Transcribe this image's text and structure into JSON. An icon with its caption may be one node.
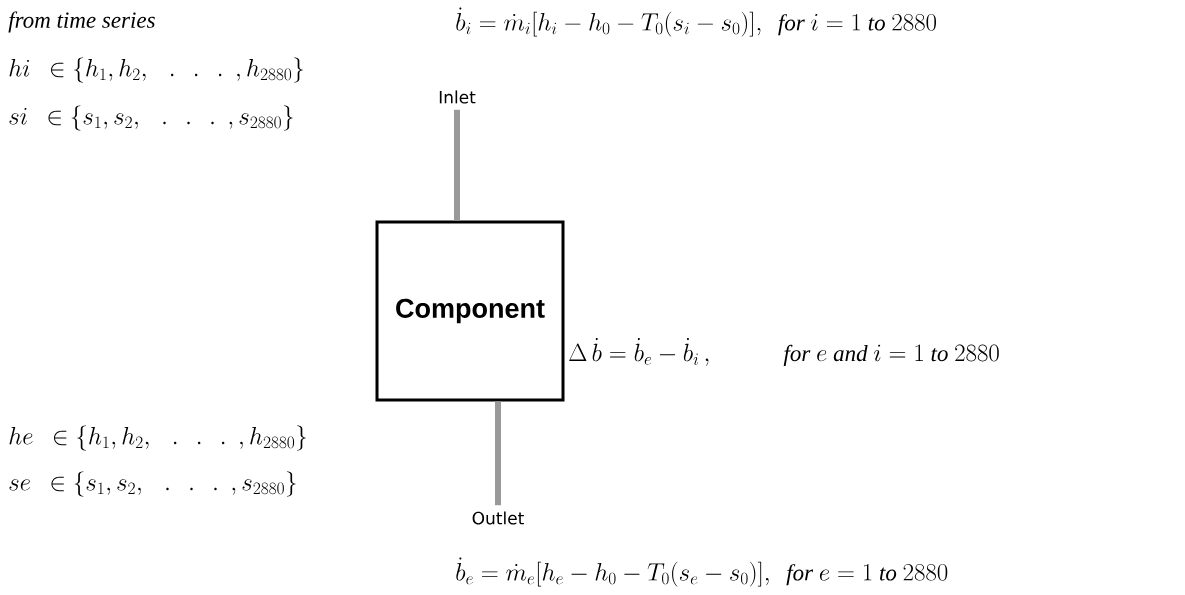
{
  "diagram": {
    "nodes": [
      {
        "text": [
          "Inlet"
        ]
      },
      {
        "text": [
          "Component"
        ]
      },
      {
        "text": [
          "Outlet"
        ]
      }
    ],
    "edges": [
      {
        "from": 0,
        "to": 1,
        "arrow": "none"
      },
      {
        "from": 1,
        "to": 2,
        "arrow": "none"
      }
    ],
    "labels": [
      "from time series",
      "\\dot{b}_i = \\dot{m}_i[h_i - h_0 - T_0(s_i - s_0)],\\ \\ \\mathit{for}\\ i = 1\\ \\mathit{to}\\ 2880",
      "hi\\ \\ \\in \\{h_1, h_2,\\ \\ \\ .\\ \\ \\ .\\ \\ \\ .\\ \\ , h_{2880}\\}",
      "si\\ \\ \\in \\{s_1, s_2,\\ \\ \\ .\\ \\ \\ .\\ \\ \\ .\\ \\ , s_{2880}\\}",
      "\\Delta\\,\\dot{b} = \\dot{b}_e - \\dot{b}_i\\,,\\qquad\\quad \\mathit{for}\\ e\\ \\mathit{and}\\ i = 1\\ \\mathit{to}\\ 2880",
      "he\\ \\ \\in \\{h_1, h_2,\\ \\ \\ .\\ \\ \\ .\\ \\ \\ .\\ \\ , h_{2880}\\}",
      "se\\ \\ \\in \\{s_1, s_2,\\ \\ \\ .\\ \\ \\ .\\ \\ \\ .\\ \\ , s_{2880}\\}",
      "\\dot{b}_e = \\dot{m}_e[h_e - h_0 - T_0(s_e - s_0)],\\ \\ \\mathit{for}\\ e = 1\\ \\mathit{to}\\ 2880"
    ]
  }
}
